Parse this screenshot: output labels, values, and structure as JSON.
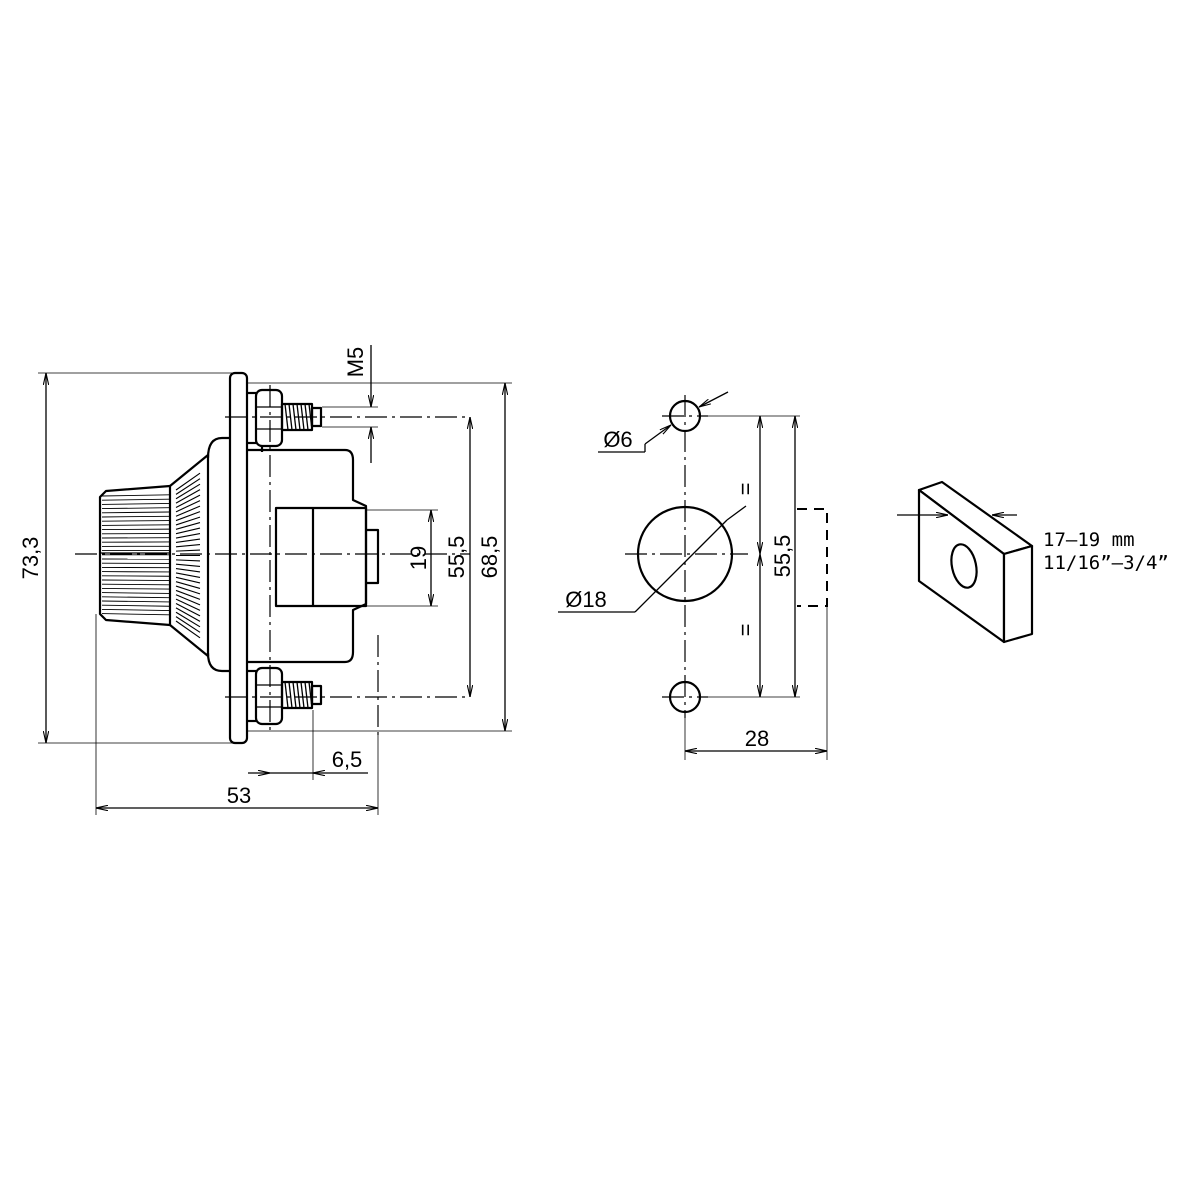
{
  "side_view": {
    "height_overall": "73,3",
    "thread": "M5",
    "hole_spacing": "55,5",
    "flange_height": "68,5",
    "terminal_height": "19",
    "terminal_offset": "6,5",
    "overall_depth": "53"
  },
  "panel_cutout": {
    "hole_diameter": "Ø6",
    "center_diameter": "Ø18",
    "equal_mark_top": "=",
    "equal_mark_bottom": "=",
    "hole_spacing": "55,5",
    "width": "28"
  },
  "nut": {
    "size_metric": "17–19  mm",
    "size_imperial": "11/16”–3/4”"
  }
}
